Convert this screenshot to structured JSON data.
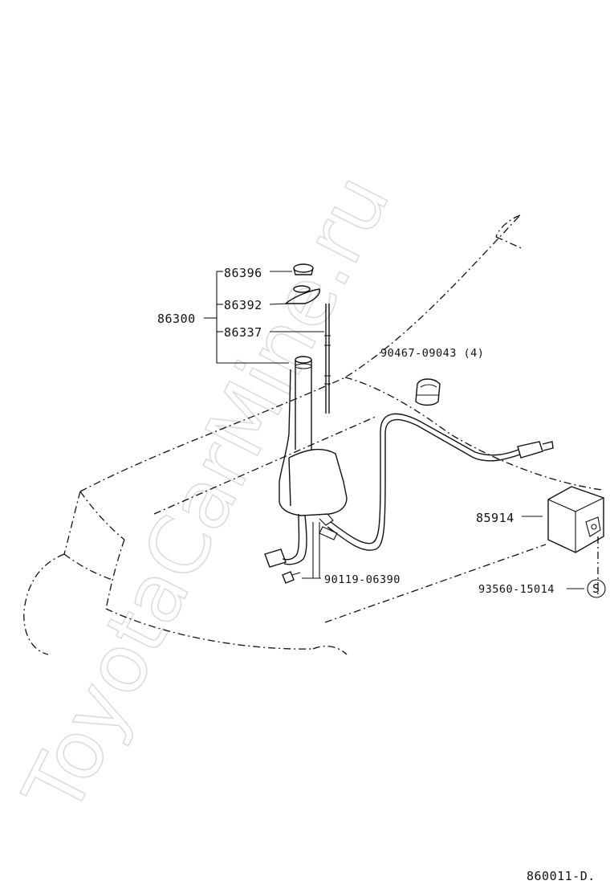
{
  "watermark": "ToyotaCarMine.ru",
  "callouts": {
    "assembly": "86300",
    "nut": "86396",
    "bezel": "86392",
    "mast": "86337",
    "clip": "90467-09043 (4)",
    "relay": "85914",
    "screw": "90119-06390",
    "standard_part": "93560-15014",
    "standard_symbol": "S"
  },
  "diagram_code": "860011-D.",
  "colors": {
    "line": "#111111",
    "watermark": "#dcdcdc",
    "background": "#ffffff"
  }
}
